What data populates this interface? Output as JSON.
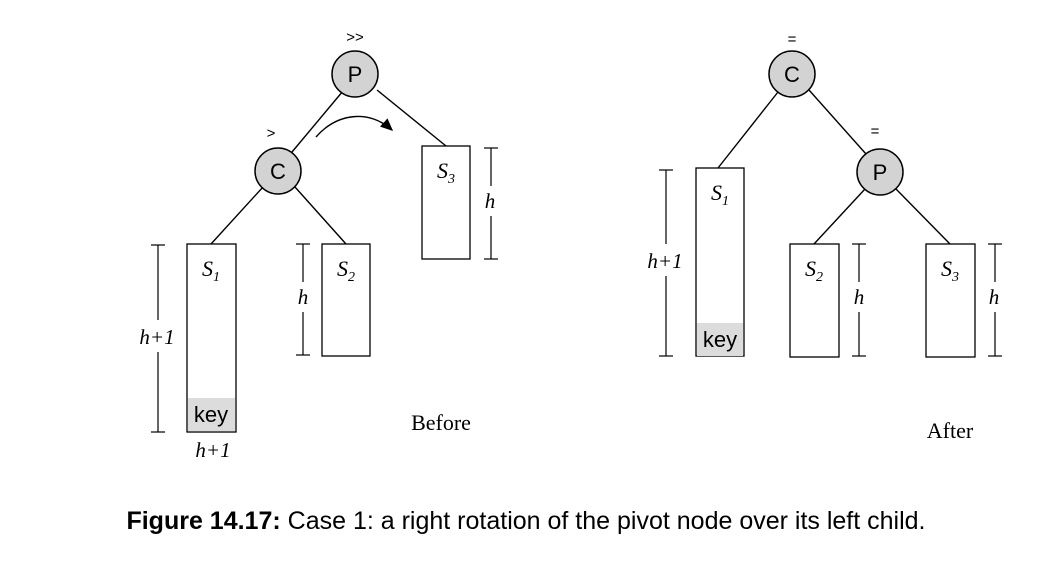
{
  "before": {
    "label": "Before",
    "pivot": {
      "letter": "P",
      "balance": ">>"
    },
    "child": {
      "letter": "C",
      "balance": ">"
    },
    "subtrees": {
      "s1": {
        "name": "S",
        "sub": "1"
      },
      "s2": {
        "name": "S",
        "sub": "2"
      },
      "s3": {
        "name": "S",
        "sub": "3"
      }
    },
    "key_label": "key",
    "heights": {
      "s1": "h+1",
      "s1_below": "h+1",
      "s2": "h",
      "s3": "h"
    }
  },
  "after": {
    "label": "After",
    "root": {
      "letter": "C",
      "balance": "="
    },
    "right": {
      "letter": "P",
      "balance": "="
    },
    "subtrees": {
      "s1": {
        "name": "S",
        "sub": "1"
      },
      "s2": {
        "name": "S",
        "sub": "2"
      },
      "s3": {
        "name": "S",
        "sub": "3"
      }
    },
    "key_label": "key",
    "heights": {
      "s1": "h+1",
      "s2": "h",
      "s3": "h"
    }
  },
  "caption": {
    "figure": "Figure 14.17:",
    "text": " Case 1: a right rotation of the pivot node over its left child."
  }
}
